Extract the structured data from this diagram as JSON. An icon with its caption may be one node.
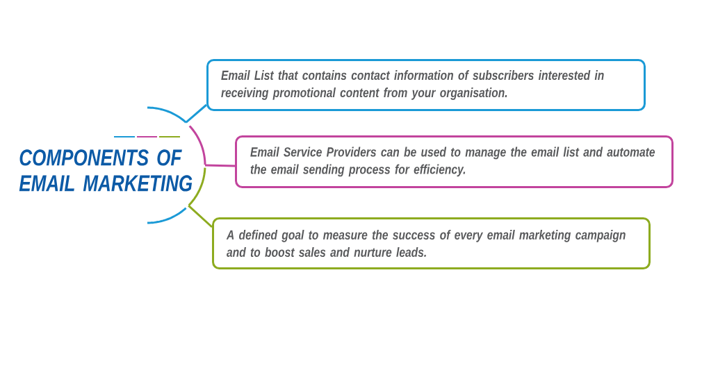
{
  "diagram": {
    "title": "COMPONENTS OF EMAIL MARKETING",
    "nodes": [
      {
        "text": [],
        "shape": "circle"
      },
      {
        "text": [
          "Email List that contains contact information of subscribers interested in receiving promotional content from your organisation."
        ]
      },
      {
        "text": [
          "Email Service Providers can be used to manage the email list and automate the email sending process for efficiency."
        ]
      },
      {
        "text": [
          "A defined goal to measure the success of every email marketing campaign and to boost sales and nurture leads."
        ]
      }
    ],
    "edges": [
      {
        "from": 0,
        "to": 1,
        "arrow": "none",
        "color": "#1b9ad6"
      },
      {
        "from": 0,
        "to": 2,
        "arrow": "none",
        "color": "#c2449d"
      },
      {
        "from": 0,
        "to": 3,
        "arrow": "none",
        "color": "#8dab1f"
      }
    ]
  }
}
